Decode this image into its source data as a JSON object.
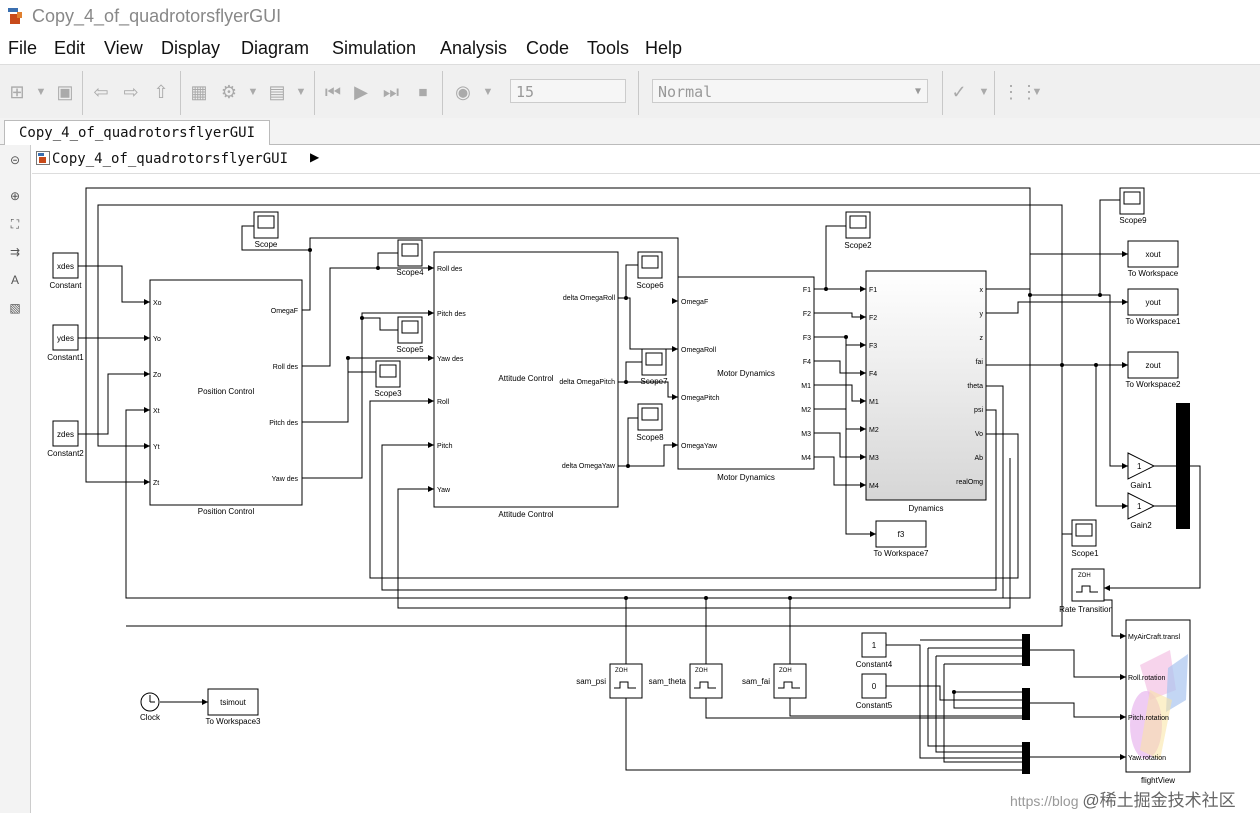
{
  "window": {
    "title": "Copy_4_of_quadrotorsflyerGUI"
  },
  "menu": [
    "File",
    "Edit",
    "View",
    "Display",
    "Diagram",
    "Simulation",
    "Analysis",
    "Code",
    "Tools",
    "Help"
  ],
  "toolbar": {
    "stop_time": "15",
    "sim_mode": "Normal"
  },
  "tab": {
    "label": "Copy_4_of_quadrotorsflyerGUI"
  },
  "breadcrumb": {
    "model": "Copy_4_of_quadrotorsflyerGUI"
  },
  "blocks": {
    "constant": {
      "value": "xdes",
      "label": "Constant"
    },
    "constant1": {
      "value": "ydes",
      "label": "Constant1"
    },
    "constant2": {
      "value": "zdes",
      "label": "Constant2"
    },
    "scope": "Scope",
    "scope2": "Scope2",
    "scope3": "Scope3",
    "scope4": "Scope4",
    "scope5": "Scope5",
    "scope6": "Scope6",
    "scope7": "Scope7",
    "scope8": "Scope8",
    "scope9": "Scope9",
    "scope1": "Scope1",
    "position_control": {
      "title": "Position Control",
      "label": "Position Control",
      "inputs": [
        "Xo",
        "Yo",
        "Zo",
        "Xt",
        "Yt",
        "Zt"
      ],
      "outputs": [
        "OmegaF",
        "Roll des",
        "Pitch des",
        "Yaw des"
      ]
    },
    "attitude_control": {
      "title": "Attitude Control",
      "label": "Attitude Control",
      "inputs": [
        "Roll des",
        "Pitch des",
        "Yaw des",
        "Roll",
        "Pitch",
        "Yaw"
      ],
      "outputs": [
        "delta OmegaRoll",
        "delta OmegaPitch",
        "delta OmegaYaw"
      ]
    },
    "motor_dynamics": {
      "title": "Motor Dynamics",
      "label": "Motor Dynamics",
      "inputs": [
        "OmegaF",
        "OmegaRoll",
        "OmegaPitch",
        "OmegaYaw"
      ],
      "outputs": [
        "F1",
        "F2",
        "F3",
        "F4",
        "M1",
        "M2",
        "M3",
        "M4"
      ]
    },
    "dynamics": {
      "label": "Dynamics",
      "inputs": [
        "F1",
        "F2",
        "F3",
        "F4",
        "M1",
        "M2",
        "M3",
        "M4"
      ],
      "outputs": [
        "x",
        "y",
        "z",
        "fai",
        "theta",
        "psi",
        "Vo",
        "Ab",
        "realOmg"
      ]
    },
    "to_workspace": {
      "value": "xout",
      "label": "To Workspace"
    },
    "to_workspace1": {
      "value": "yout",
      "label": "To Workspace1"
    },
    "to_workspace2": {
      "value": "zout",
      "label": "To Workspace2"
    },
    "to_workspace7": {
      "value": "f3",
      "label": "To Workspace7"
    },
    "to_workspace3": {
      "value": "tsimout",
      "label": "To Workspace3"
    },
    "gain1": {
      "value": "1",
      "label": "Gain1"
    },
    "gain2": {
      "value": "1",
      "label": "Gain2"
    },
    "rate_transition": {
      "zoh": "ZOH",
      "label": "Rate Transition"
    },
    "clock": {
      "label": "Clock"
    },
    "sam_psi": {
      "zoh": "ZOH",
      "label": "sam_psi"
    },
    "sam_theta": {
      "zoh": "ZOH",
      "label": "sam_theta"
    },
    "sam_fai": {
      "zoh": "ZOH",
      "label": "sam_fai"
    },
    "constant4": {
      "value": "1",
      "label": "Constant4"
    },
    "constant5": {
      "value": "0",
      "label": "Constant5"
    },
    "flightview": {
      "label": "flightView",
      "inputs": [
        "MyAirCraft.transl",
        "Roll.rotation",
        "Pitch.rotation",
        "Yaw.rotation"
      ]
    }
  },
  "watermark": {
    "url": "https://blog",
    "site": "@稀土掘金技术社区"
  },
  "colors": {
    "block_border": "#000000",
    "toolbar_bg": "#f0f0f0",
    "canvas_bg": "#ffffff"
  }
}
